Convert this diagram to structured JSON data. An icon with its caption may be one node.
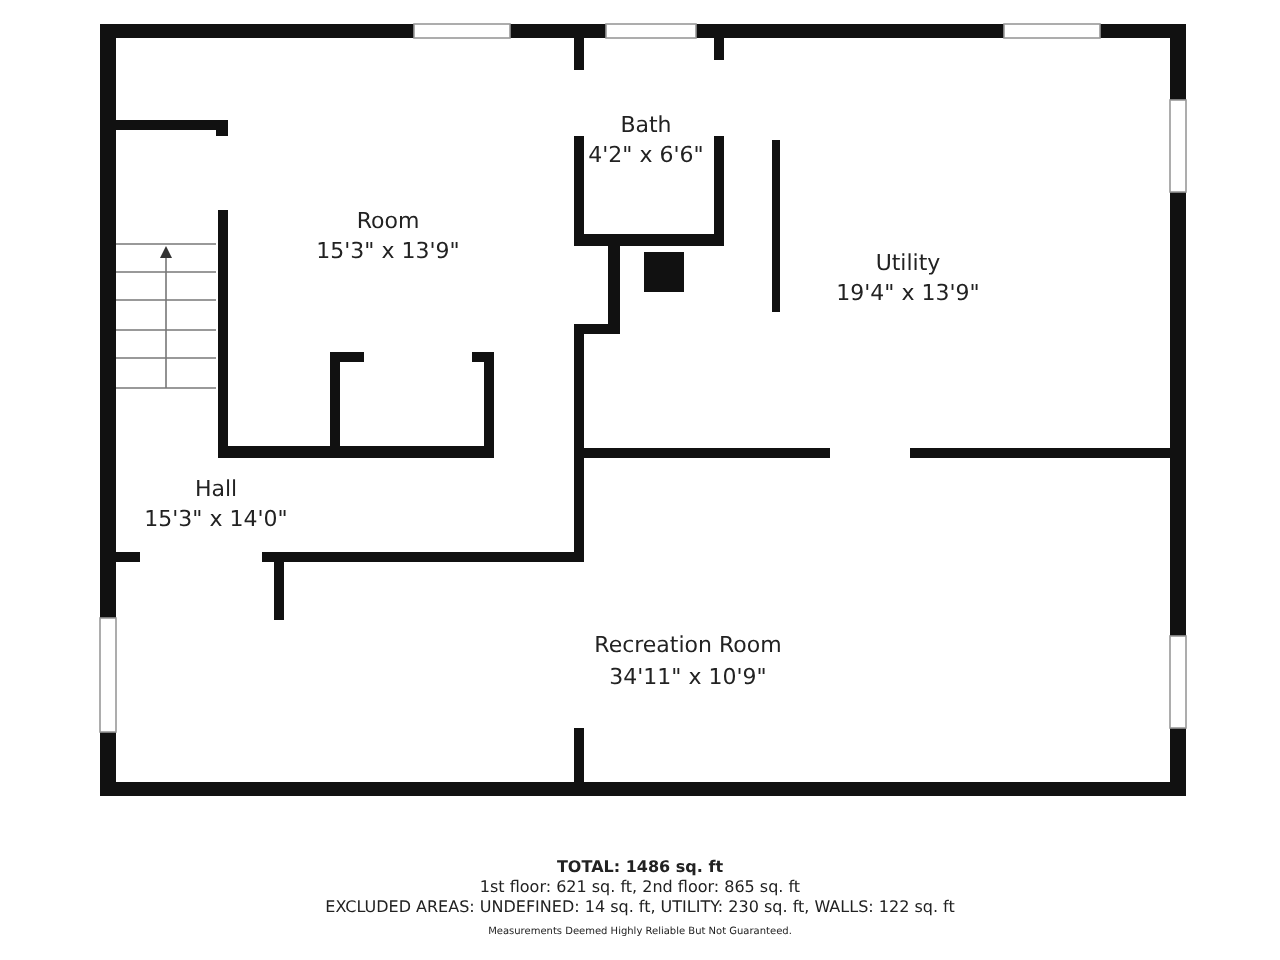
{
  "diagram": {
    "labels": [
      "Bath",
      "4'2\" x 6'6\"",
      "Room",
      "15'3\" x 13'9\"",
      "Utility",
      "19'4\" x 13'9\"",
      "Hall",
      "15'3\" x 14'0\"",
      "Recreation Room",
      "34'11\" x 10'9\"",
      "TOTAL: 1486 sq. ft",
      "1st floor: 621 sq. ft, 2nd floor: 865 sq. ft",
      "EXCLUDED AREAS: UNDEFINED: 14 sq. ft, UTILITY: 230 sq. ft, WALLS: 122 sq. ft",
      "Measurements Deemed Highly Reliable But Not Guaranteed."
    ]
  }
}
